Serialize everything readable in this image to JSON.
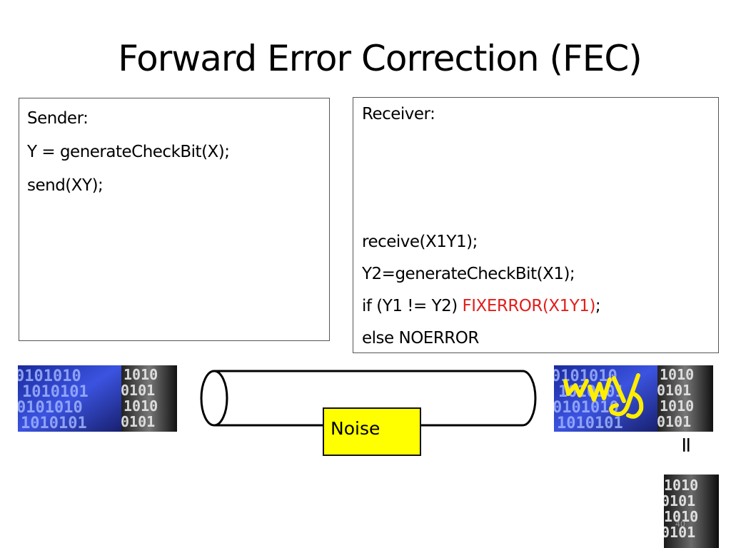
{
  "slide": {
    "title": "Forward Error Correction (FEC)",
    "sender": {
      "lines": [
        "Sender:",
        "Y = generateCheckBit(X);",
        "send(XY);"
      ]
    },
    "receiver": {
      "heading": "Receiver:",
      "lines": [
        "receive(X1Y1);",
        "Y2=generateCheckBit(X1);"
      ],
      "if_prefix": "if (Y1 != Y2) ",
      "if_action": "FIXERROR(X1Y1)",
      "if_suffix": ";",
      "else_line": "else NOERROR"
    },
    "noise_label": "Noise",
    "equals_sign": "=",
    "page_number": "40",
    "colors": {
      "error_text": "#e0201c",
      "noise_fill": "#ffff00",
      "scribble": "#ffee00",
      "binary_blue": "#2a3fd0"
    },
    "icons": [
      "binary-data-icon",
      "scribble-corruption-icon"
    ]
  }
}
